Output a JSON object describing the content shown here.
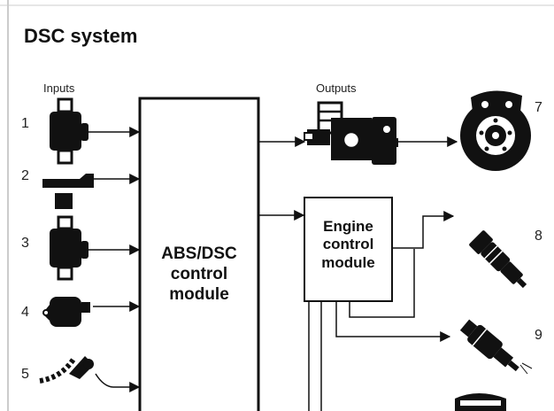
{
  "title": "DSC system",
  "inputs_label": "Inputs",
  "outputs_label": "Outputs",
  "abs_module": {
    "line1": "ABS/DSC",
    "line2": "control",
    "line3": "module"
  },
  "engine_module": {
    "line1": "Engine",
    "line2": "control",
    "line3": "module"
  },
  "input_numbers": [
    "1",
    "2",
    "3",
    "4",
    "5"
  ],
  "output_numbers": [
    "7",
    "8",
    "9"
  ],
  "icons": [
    "pressure-sensor-icon",
    "steering-angle-sensor-icon",
    "yaw-rate-sensor-icon",
    "brake-switch-icon",
    "wheel-speed-sensor-icon",
    "hydraulic-unit-icon",
    "brake-disc-icon",
    "spark-plug-icon",
    "fuel-injector-icon",
    "throttle-body-icon"
  ],
  "colors": {
    "ink": "#111111",
    "background": "#ffffff"
  }
}
